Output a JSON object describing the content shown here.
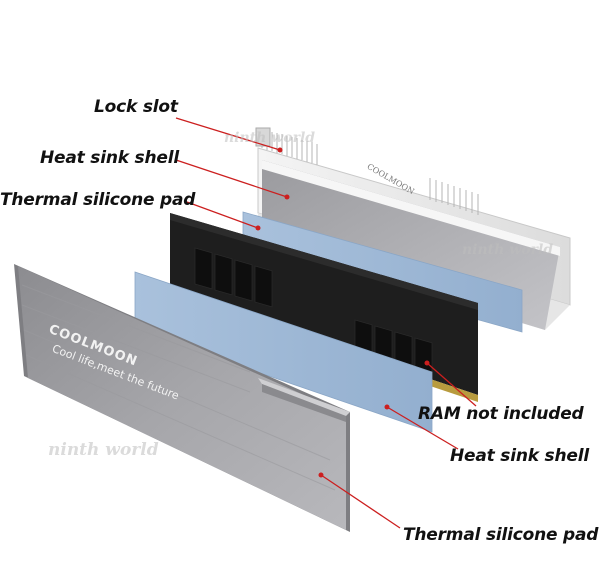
{
  "labels": {
    "lock_slot": "Lock slot",
    "heat_sink_shell_top": "Heat sink shell",
    "thermal_pad_top": "Thermal silicone pad",
    "ram_not_included": "RAM not included",
    "heat_sink_shell_bottom": "Heat sink shell",
    "thermal_pad_bottom": "Thermal silicone pad"
  },
  "branding": {
    "logo": "COOLMOON",
    "tagline": "Cool life,meet the future",
    "top_shell_logo": "COOLMOON"
  },
  "watermarks": {
    "top": "ninth world",
    "right": "ninth world",
    "left": "ninth world"
  },
  "colors": {
    "leader_line": "#cc1f1f",
    "thermal_pad": "#9fb9d6",
    "ram_pcb": "#1c1c1c",
    "silver_shell": "#9a9a9e",
    "white_shell": "#eeeeee"
  }
}
